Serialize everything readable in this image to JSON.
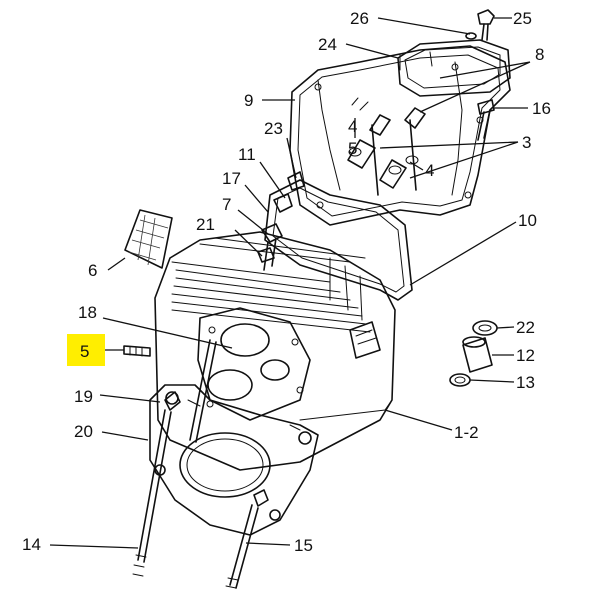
{
  "labels": {
    "p26": "26",
    "p25": "25",
    "p24": "24",
    "p8": "8",
    "p9": "9",
    "p16": "16",
    "p4a": "4",
    "p23": "23",
    "p5a": "5",
    "p3": "3",
    "p4b": "4",
    "p11": "11",
    "p17": "17",
    "p7": "7",
    "p21": "21",
    "p10": "10",
    "p6": "6",
    "p18": "18",
    "p5b": "5",
    "p22": "22",
    "p12": "12",
    "p13": "13",
    "p19": "19",
    "p20": "20",
    "p12b": "1-2",
    "p14": "14",
    "p15": "15"
  },
  "colors": {
    "highlight": "#ffee00",
    "ink": "#111111"
  },
  "highlighted_label": "p5b"
}
